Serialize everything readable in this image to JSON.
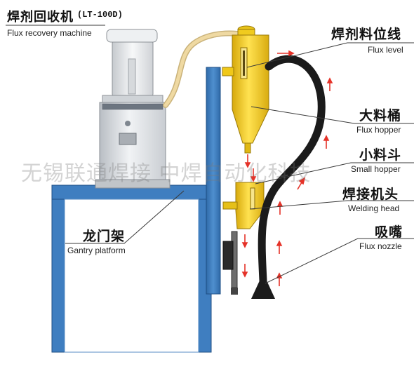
{
  "title": {
    "zh": "焊剂回收机",
    "model": "(LT-100D)",
    "en": "Flux recovery machine"
  },
  "labels": {
    "flux_level": {
      "zh": "焊剂料位线",
      "en": "Flux level"
    },
    "flux_hopper": {
      "zh": "大料桶",
      "en": "Flux hopper"
    },
    "small_hopper": {
      "zh": "小料斗",
      "en": "Small hopper"
    },
    "welding_head": {
      "zh": "焊接机头",
      "en": "Welding head"
    },
    "flux_nozzle": {
      "zh": "吸嘴",
      "en": "Flux nozzle"
    },
    "gantry": {
      "zh": "龙门架",
      "en": "Gantry platform"
    }
  },
  "watermark": "无锡联通焊接 中焊自动化科技",
  "colors": {
    "frame": "#3f7ec0",
    "hopper": "#f3cf1c",
    "hose": "#1b1b1b",
    "tube": "#efd9a2",
    "arrow": "#e53228",
    "cabinet": "#e6e8ea"
  }
}
